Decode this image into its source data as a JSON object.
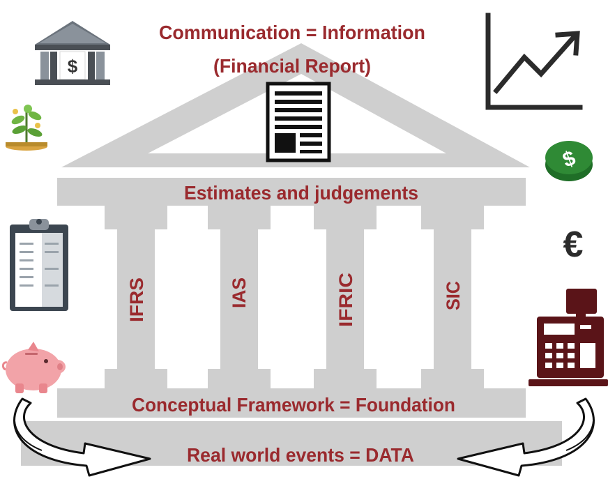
{
  "title": {
    "line1": "Communication = Information",
    "line2": "(Financial Report)"
  },
  "entablature_text": "Estimates and judgements",
  "pillars": [
    {
      "label": "IFRS"
    },
    {
      "label": "IAS"
    },
    {
      "label": "IFRIC"
    },
    {
      "label": "SIC"
    }
  ],
  "foundation_text": "Conceptual Framework = Foundation",
  "base_text": "Real world events = DATA",
  "colors": {
    "text": "#9a2a2e",
    "temple": "#cfcfcf",
    "register": "#5a1418",
    "coin": "#2f8a35",
    "piggy": "#f2a3a8",
    "bank": "#4a4f55"
  },
  "icons": {
    "left": [
      "bank-icon",
      "money-plant-icon",
      "clipboard-icon",
      "piggy-bank-icon"
    ],
    "right": [
      "growth-chart-icon",
      "dollar-coin-icon",
      "euro-icon",
      "cash-register-icon"
    ],
    "center": "financial-report-icon",
    "arrows": [
      "curved-arrow-left-icon",
      "curved-arrow-right-icon"
    ]
  }
}
